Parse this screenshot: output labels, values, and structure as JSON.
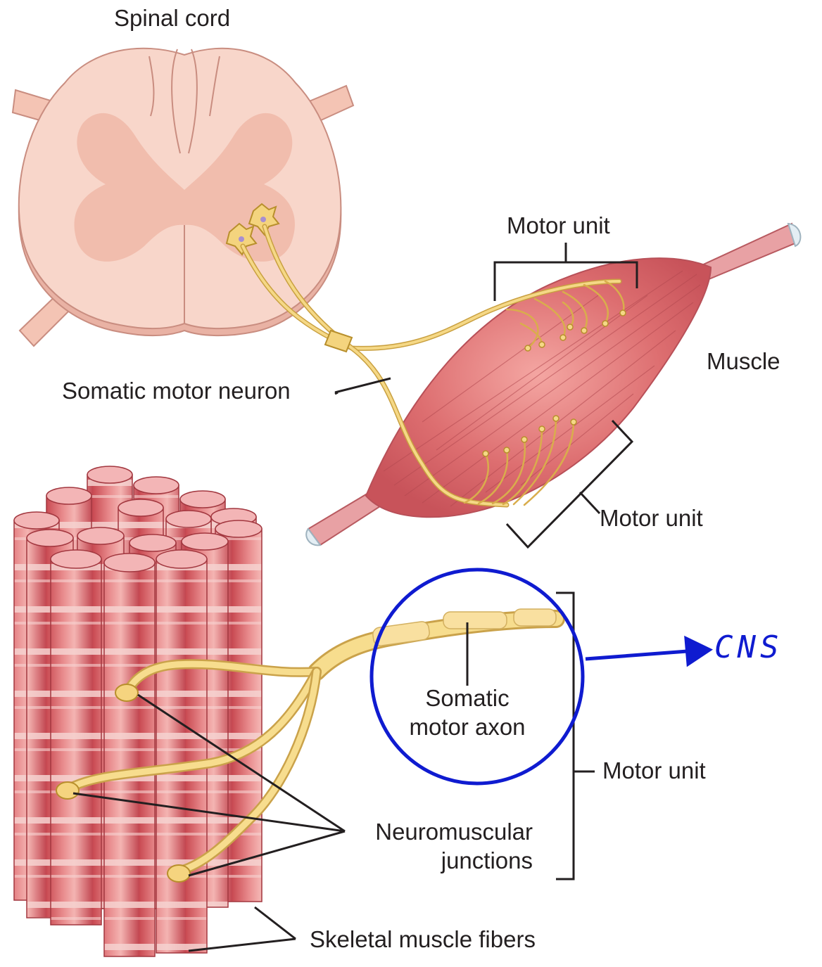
{
  "labels": {
    "spinal_cord": "Spinal cord",
    "motor_unit_top": "Motor unit",
    "muscle": "Muscle",
    "somatic_motor_neuron": "Somatic motor neuron",
    "motor_unit_bottom": "Motor unit",
    "somatic_motor_axon_line1": "Somatic",
    "somatic_motor_axon_line2": "motor axon",
    "motor_unit_right": "Motor unit",
    "neuromuscular_line1": "Neuromuscular",
    "neuromuscular_line2": "junctions",
    "skeletal_muscle_fibers": "Skeletal muscle fibers"
  },
  "annotation": {
    "handwritten": "CNS"
  },
  "colors": {
    "cord_outer": "#f6cfc0",
    "cord_gray_matter": "#efb5a6",
    "muscle": "#d9676b",
    "nerve": "#f3d37a",
    "fiber": "#e0767a",
    "fiber_end": "#f3b5b6",
    "leader": "#231f20",
    "annotation": "#0f1bd0"
  }
}
